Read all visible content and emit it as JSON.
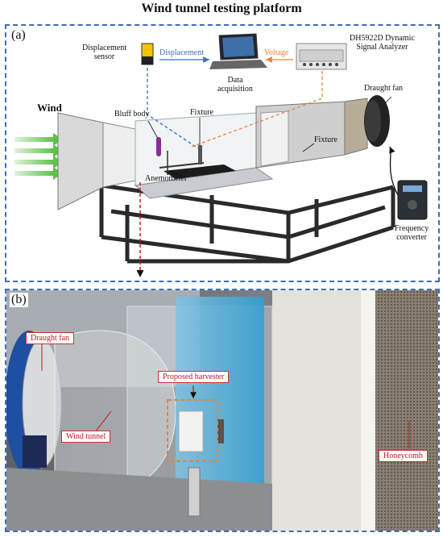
{
  "title": "Wind tunnel testing platform",
  "panel_a": {
    "label": "(a)",
    "wind": "Wind",
    "displacement_sensor": "Displacement\nsensor",
    "displacement_arrow": "Displacement",
    "data_acquisition": "Data\nacquisition",
    "voltage_arrow": "Voltage",
    "analyzer": "DH5922D Dynamic\nSignal Analyzer",
    "draught_fan": "Draught fan",
    "bluff_body": "Bluff body",
    "fixture_top": "Fixture",
    "fixture_right": "Fixture",
    "anemometer": "Anemometer",
    "frequency_converter": "Frequency\nconverter"
  },
  "panel_b": {
    "label": "(b)",
    "draught_fan": "Draught fan",
    "wind_tunnel": "Wind tunnel",
    "proposed_harvester": "Proposed harvester",
    "honeycomb": "Honeycomb"
  },
  "colors": {
    "dashed_border": "#3c6fb6",
    "displacement_arrow": "#3c6fb6",
    "voltage_arrow": "#e8823a",
    "wind_arrows": "#5ec24a",
    "callout_red": "#c01818"
  }
}
